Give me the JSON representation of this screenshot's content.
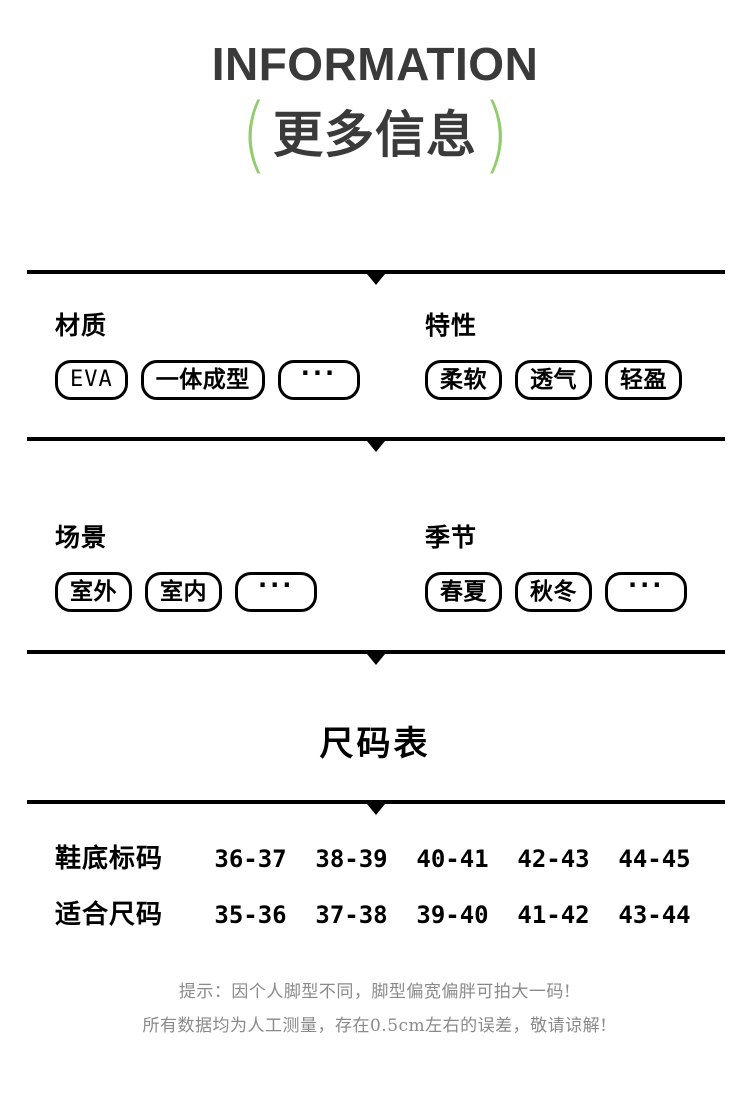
{
  "header": {
    "title_en": "INFORMATION",
    "paren_left": "(",
    "paren_right": ")",
    "title_cn": "更多信息",
    "accent_color": "#93cc6c",
    "title_color": "#3a3a3a"
  },
  "sections": [
    {
      "left": {
        "label": "材质",
        "tags": [
          "EVA",
          "一体成型",
          "···"
        ]
      },
      "right": {
        "label": "特性",
        "tags": [
          "柔软",
          "透气",
          "轻盈"
        ]
      }
    },
    {
      "left": {
        "label": "场景",
        "tags": [
          "室外",
          "室内",
          "···"
        ]
      },
      "right": {
        "label": "季节",
        "tags": [
          "春夏",
          "秋冬",
          "···"
        ]
      }
    }
  ],
  "size_chart": {
    "title": "尺码表",
    "rows": [
      {
        "label": "鞋底标码",
        "values": [
          "36-37",
          "38-39",
          "40-41",
          "42-43",
          "44-45"
        ]
      },
      {
        "label": "适合尺码",
        "values": [
          "35-36",
          "37-38",
          "39-40",
          "41-42",
          "43-44"
        ]
      }
    ],
    "notes": [
      "提示：因个人脚型不同，脚型偏宽偏胖可拍大一码!",
      "所有数据均为人工测量，存在0.5cm左右的误差，敬请谅解!"
    ]
  }
}
